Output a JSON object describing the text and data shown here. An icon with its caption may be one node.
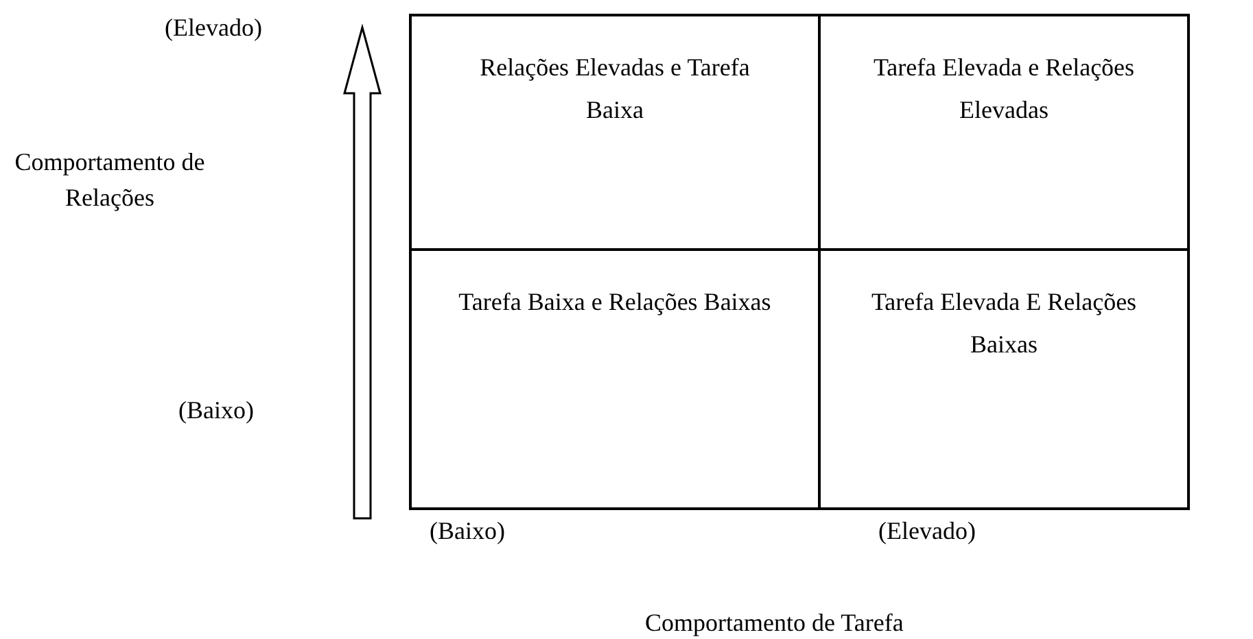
{
  "diagram": {
    "nodes": [
      {
        "text": [
          "Relações Elevadas e Tarefa Baixa"
        ]
      },
      {
        "text": [
          "Tarefa Elevada e Relações Elevadas"
        ]
      },
      {
        "text": [
          "Tarefa Baixa e Relações Baixas"
        ]
      },
      {
        "text": [
          "Tarefa Elevada E Relações Baixas"
        ]
      }
    ],
    "edges": [],
    "labels": [
      "(Elevado)",
      "Comportamento de Relações",
      "(Baixo)",
      "(Baixo)",
      "(Elevado)",
      "Comportamento de Tarefa"
    ]
  }
}
